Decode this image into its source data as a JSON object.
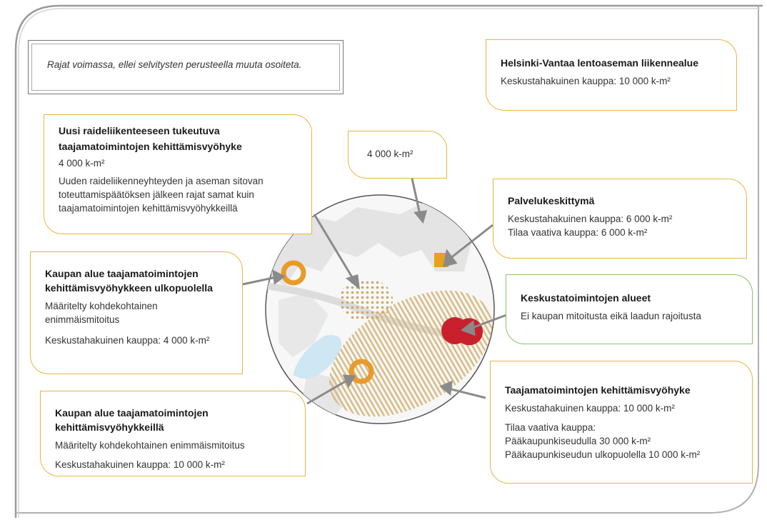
{
  "note": "Rajat voimassa, ellei selvitysten perusteella muuta osoiteta.",
  "airport": {
    "title": "Helsinki-Vantaa lentoaseman liikennealue",
    "line1": "Keskustahakuinen kauppa: 10 000 k-m²"
  },
  "rail": {
    "title1": "Uusi raideliikenteeseen tukeutuva",
    "title2": "taajamatoimintojen kehittämisvyöhyke",
    "value": "4 000 k-m²",
    "desc1": "Uuden raideliikenneyhteyden ja aseman sitovan",
    "desc2": "toteuttamispäätöksen jälkeen rajat samat kuin",
    "desc3": "taajamatoimintojen kehittämisvyöhykkeillä"
  },
  "small": {
    "value": "4 000 k-m²"
  },
  "service": {
    "title": "Palvelukeskittymä",
    "line1": "Keskustahakuinen kauppa: 6 000 k-m²",
    "line2": "Tilaa vaativa kauppa: 6 000 k-m²"
  },
  "outside": {
    "title1": "Kaupan alue taajamatoimintojen",
    "title2": "kehittämisvyöhykkeen ulkopuolella",
    "desc1": "Määritelty kohdekohtainen",
    "desc2": "enimmäismitoitus",
    "line1": "Keskustahakuinen kauppa: 4 000 k-m²"
  },
  "centre": {
    "title": "Keskustatoimintojen alueet",
    "line1": "Ei kaupan mitoitusta eikä laadun rajoitusta"
  },
  "inside": {
    "title1": "Kaupan alue taajamatoimintojen",
    "title2": "kehittämisvyöhykkeillä",
    "desc1": "Määritelty kohdekohtainen enimmäismitoitus",
    "line1": "Keskustahakuinen kauppa: 10 000 k-m²"
  },
  "zone": {
    "title": "Taajamatoimintojen kehittämisvyöhyke",
    "line1": "Keskustahakuinen kauppa: 10 000 k-m²",
    "line2": "Tilaa vaativa kauppa:",
    "line3": "Pääkaupunkiseudulla 30 000 k-m²",
    "line4": "Pääkaupunkiseudun ulkopuolella 10 000 k-m²"
  },
  "colors": {
    "orange": "#e8b441",
    "deep_orange": "#e89a2a",
    "red": "#c8202c",
    "green": "#8cc26a",
    "lake": "#cfe6f3",
    "gray": "#e2e2e2"
  }
}
